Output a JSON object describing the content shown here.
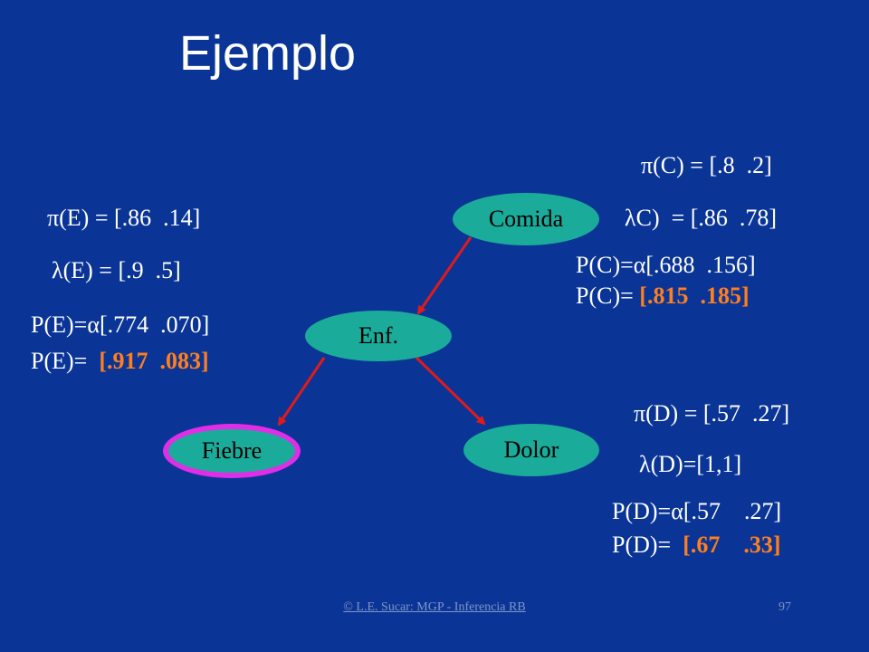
{
  "title": "Ejemplo",
  "nodes": {
    "comida": "Comida",
    "enf": "Enf.",
    "fiebre": "Fiebre",
    "dolor": "Dolor"
  },
  "comida_info": {
    "pi": "π(C) = [.8  .2]",
    "lambda": "λC)  = [.86  .78]",
    "p_alpha": "P(C)=α[.688  .156]",
    "p_label": "P(C)= ",
    "p_value": "[.815  .185]"
  },
  "enf_info": {
    "pi": "π(E) = [.86  .14]",
    "lambda": "λ(E) = [.9  .5]",
    "p_alpha": "P(E)=α[.774  .070]",
    "p_label": "P(E)=  ",
    "p_value": "[.917  .083]"
  },
  "dolor_info": {
    "pi": "π(D) = [.57  .27]",
    "lambda": "λ(D)=[1,1]",
    "p_alpha": "P(D)=α[.57    .27]",
    "p_label": "P(D)=  ",
    "p_value": "[.67    .33]"
  },
  "footer": {
    "credit": "© L.E. Sucar: MGP - Inferencia RB",
    "page": "97"
  },
  "colors": {
    "background": "#0a3596",
    "node_fill": "#1aab9a",
    "edge": "#e01a1a",
    "evidence_outline": "#e02ee6",
    "highlight": "#ff7f1e"
  }
}
